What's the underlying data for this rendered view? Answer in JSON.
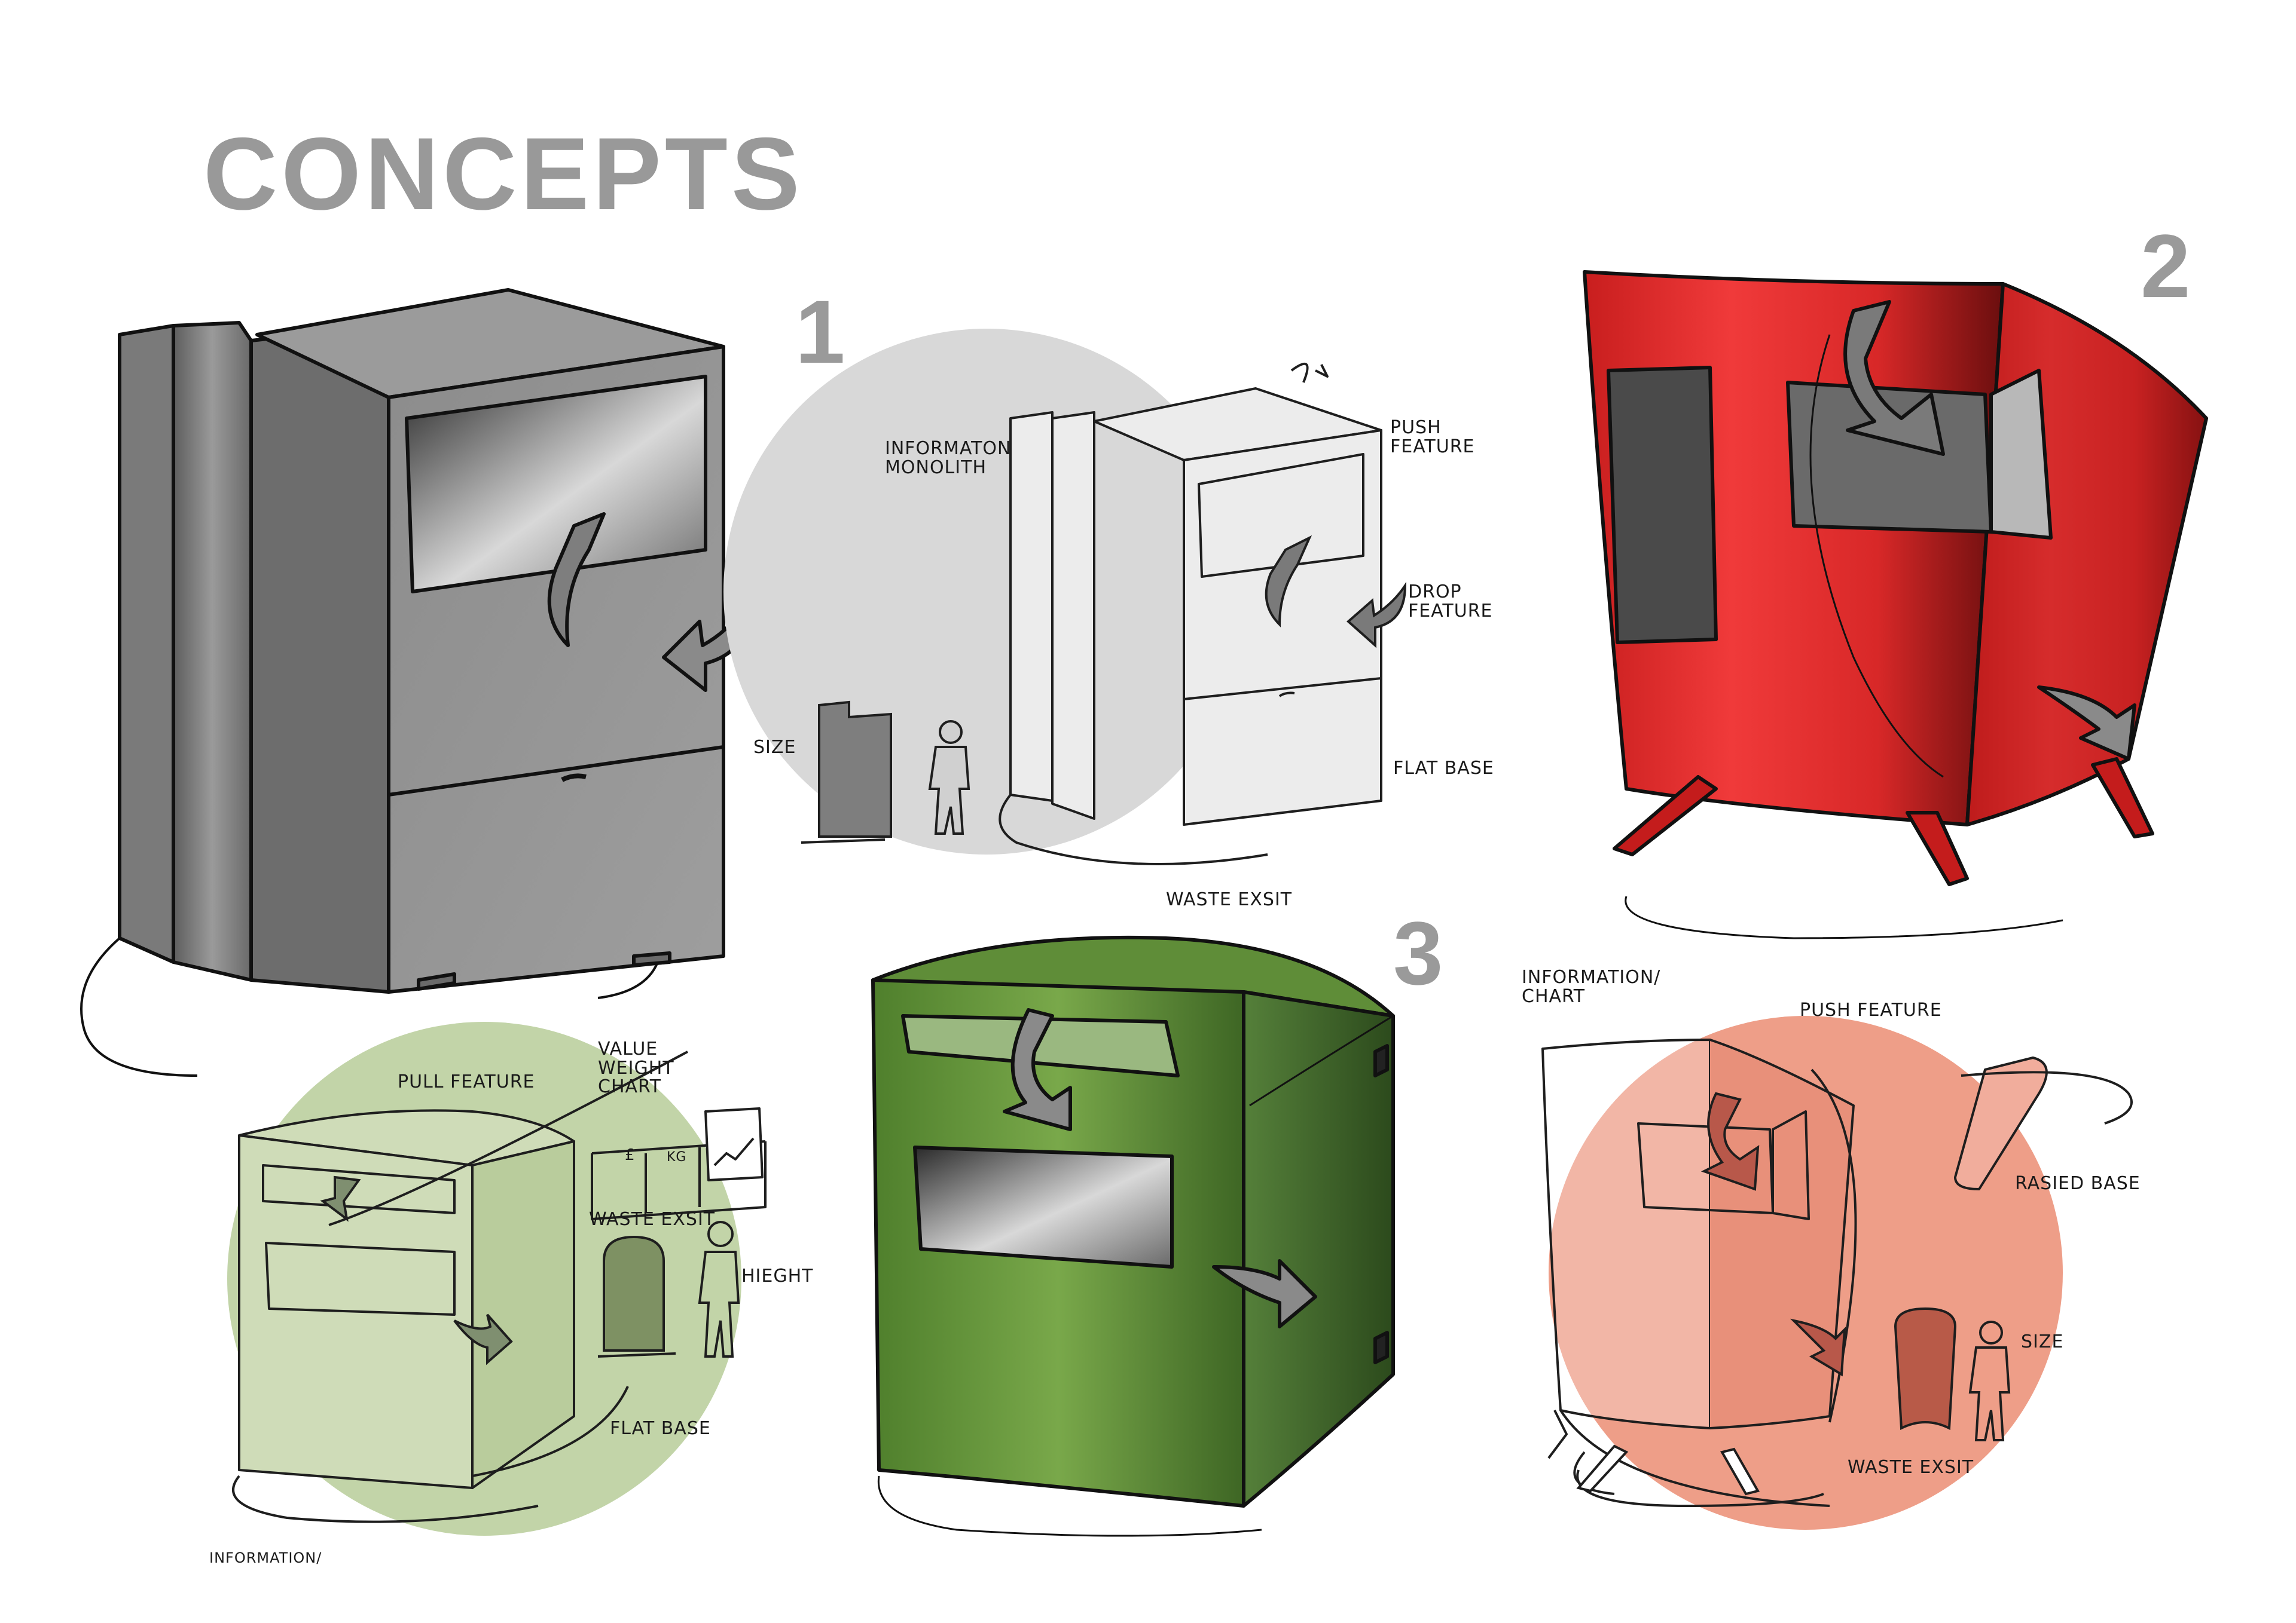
{
  "page": {
    "title": "CONCEPTS"
  },
  "concepts": [
    {
      "number": "1"
    },
    {
      "number": "2"
    },
    {
      "number": "3"
    }
  ],
  "annotations": {
    "c1_info": "INFORMATON\nMONOLITH",
    "c1_push": "PUSH\nFEATURE",
    "c1_drop": "DROP\nFEATURE",
    "c1_size": "SIZE",
    "c1_flatbase": "FLAT BASE",
    "c1_waste": "WASTE EXSIT",
    "c3_value": "VALUE\nWEIGHT\nCHART",
    "c3_pull": "PULL FEATURE",
    "c3_waste": "WASTE EXSIT",
    "c3_height": "HIEGHT",
    "c3_flatbase": "FLAT BASE",
    "c3_info_bottom": "INFORMATION/",
    "c2_info": "INFORMATION/\nCHART",
    "c2_push": "PUSH FEATURE",
    "c2_raised": "RASIED BASE",
    "c2_size": "SIZE",
    "c2_waste": "WASTE EXSIT",
    "chart_currency": "£",
    "chart_unit": "KG"
  },
  "colors": {
    "grey_bin": "#8a8a8a",
    "red_bin": "#e03030",
    "green_bin": "#6a9a40",
    "circle_grey": "#d8d8d8",
    "circle_green": "#c2d4a8",
    "circle_red": "#ee9e88",
    "title": "#999999"
  }
}
